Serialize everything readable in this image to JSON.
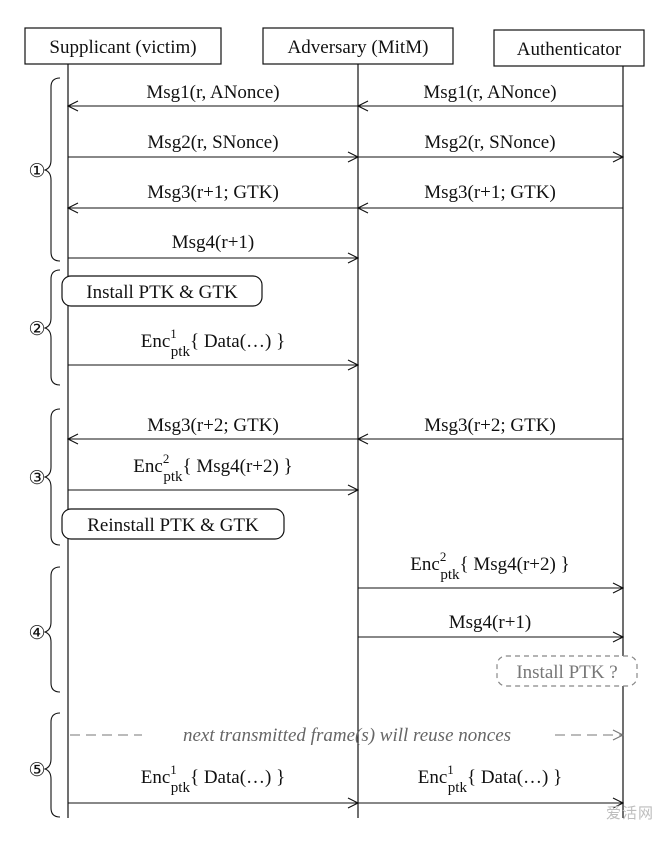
{
  "actors": {
    "supplicant": "Supplicant (victim)",
    "adversary": "Adversary (MitM)",
    "authenticator": "Authenticator"
  },
  "phases": [
    "①",
    "②",
    "③",
    "④",
    "⑤"
  ],
  "messages": {
    "m1": "Msg1(r, ANonce)",
    "m2": "Msg2(r, SNonce)",
    "m3": "Msg3(r+1; GTK)",
    "m4": "Msg4(r+1)",
    "m5": "Msg3(r+2; GTK)",
    "enc_base": "Enc",
    "enc_sub": "ptk",
    "enc1_sup": "1",
    "enc2_sup": "2",
    "data_payload": "{ Data(…) }",
    "msg4_payload": "{ Msg4(r+2) }"
  },
  "actions": {
    "install": "Install PTK & GTK",
    "reinstall": "Reinstall PTK & GTK",
    "install_question": "Install PTK ?"
  },
  "note": "next transmitted frame(s) will reuse nonces",
  "watermark": "爱活网"
}
